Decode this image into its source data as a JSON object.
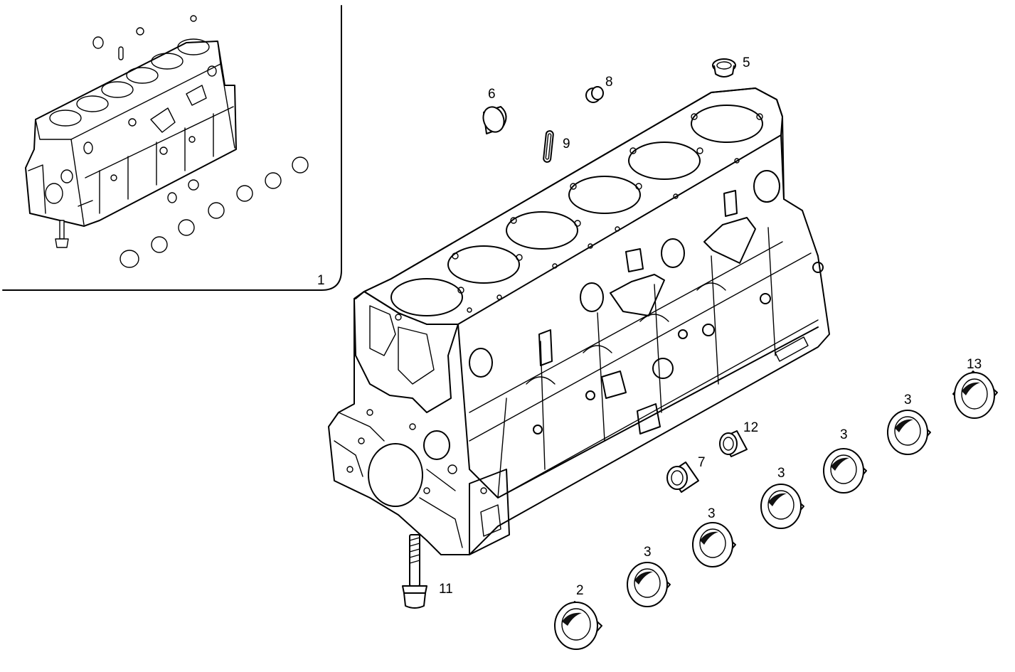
{
  "callouts": {
    "c1": "1",
    "c2": "2",
    "c3a": "3",
    "c3b": "3",
    "c3c": "3",
    "c3d": "3",
    "c3e": "3",
    "c5": "5",
    "c6": "6",
    "c7": "7",
    "c8": "8",
    "c9": "9",
    "c11": "11",
    "c12": "12",
    "c13": "13"
  },
  "colors": {
    "line": "#000000",
    "background": "#ffffff"
  }
}
